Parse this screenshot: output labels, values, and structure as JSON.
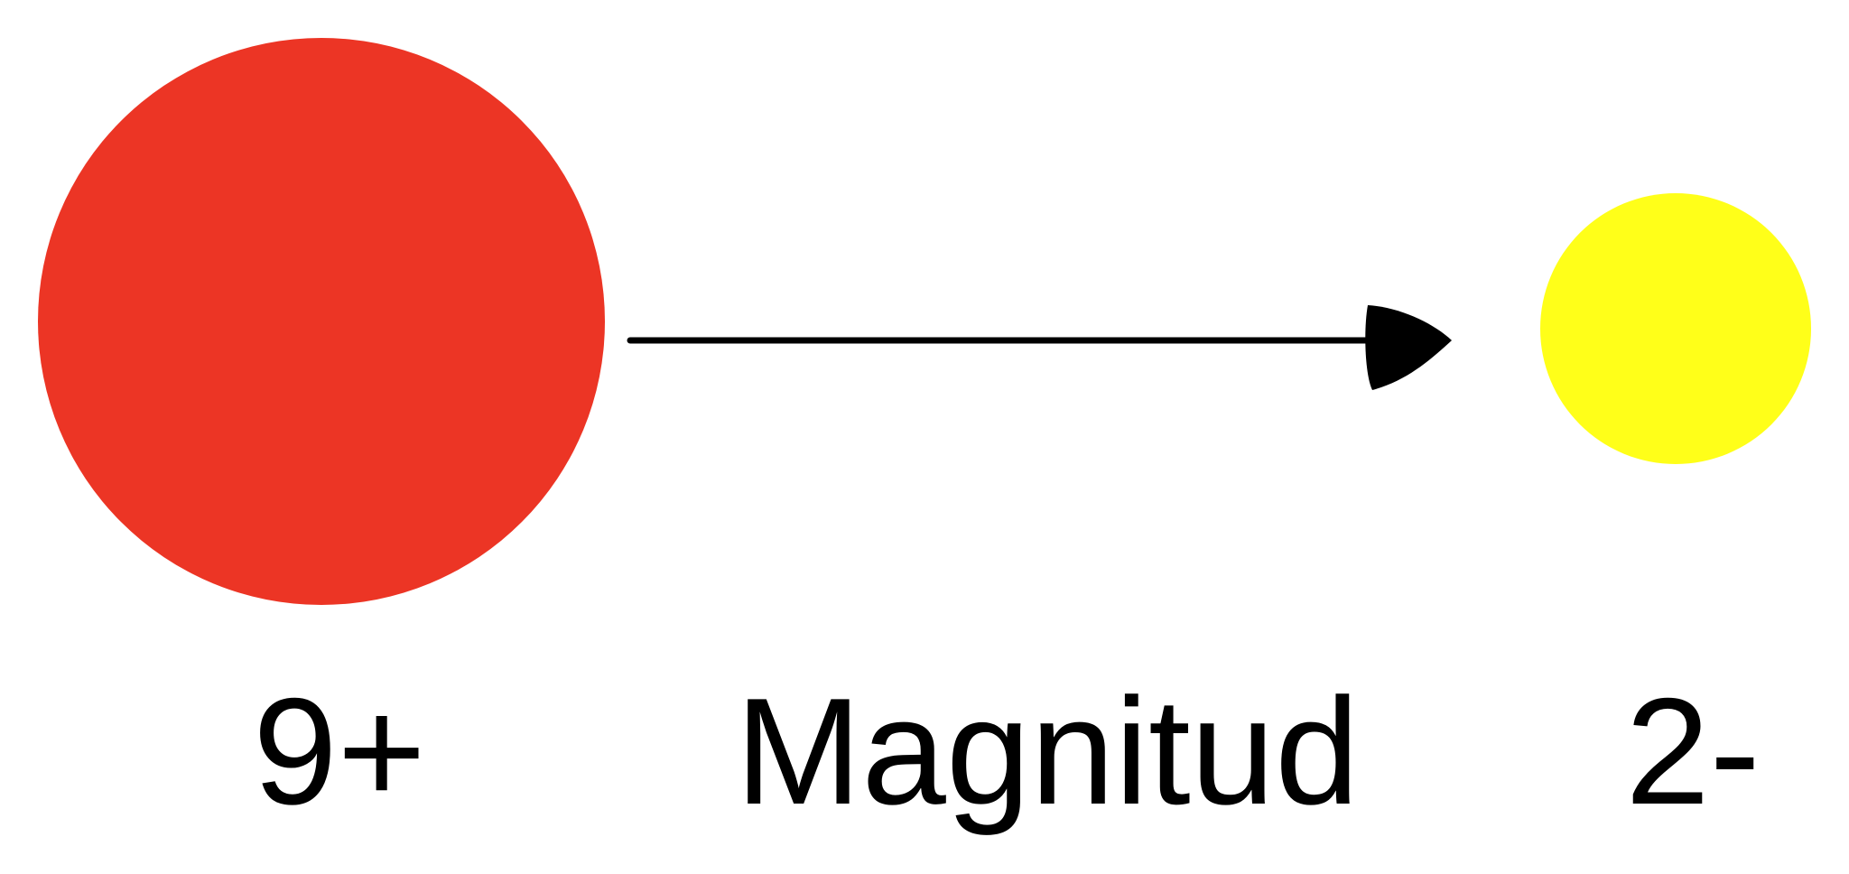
{
  "diagram": {
    "labels": {
      "left": "9+",
      "center": "Magnitud",
      "right": "2-"
    },
    "colors": {
      "large_circle": "#EC3525",
      "small_circle": "#FFFF19",
      "arrow": "#000000",
      "text": "#000000"
    },
    "icons": {
      "large_circle": "red-circle",
      "small_circle": "yellow-circle",
      "arrow": "right-arrow-icon"
    }
  }
}
